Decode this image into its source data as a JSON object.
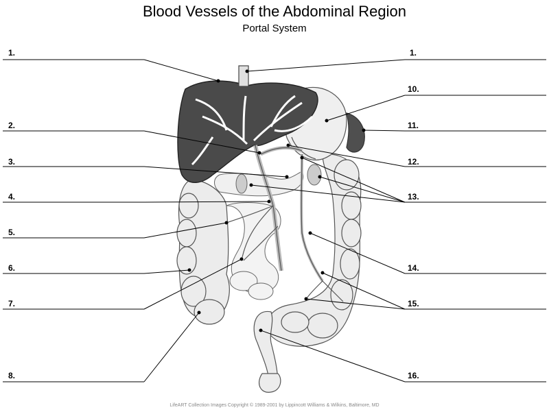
{
  "title": "Blood Vessels of the Abdominal Region",
  "subtitle": "Portal System",
  "copyright": "LifeART Collection Images Copyright © 1989-2001 by Lippincott Williams & Wilkins, Baltimore, MD",
  "labels_left": [
    "1.",
    "2.",
    "3.",
    "4.",
    "5.",
    "6.",
    "7.",
    "8."
  ],
  "labels_right": [
    "1.",
    "10.",
    "11.",
    "12.",
    "13.",
    "14.",
    "15.",
    "16."
  ],
  "colors": {
    "line": "#000000",
    "liver": "#4a4a4a",
    "organ_fill": "#e6e6e6",
    "vessel": "#cfcfcf"
  }
}
